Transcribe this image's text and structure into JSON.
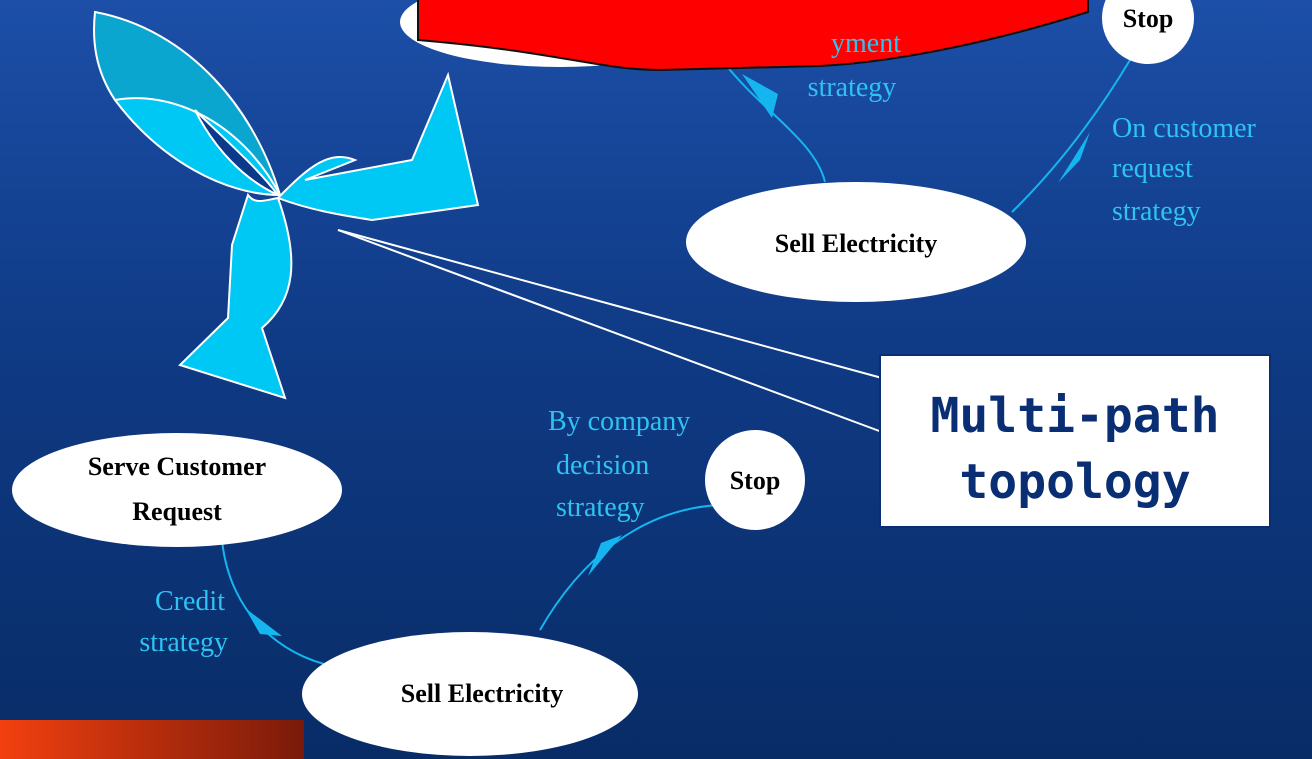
{
  "colors": {
    "background_top": "#1c4fa8",
    "background_bottom": "#082c66",
    "edge": "#15b6f0",
    "edge_label": "#2ec3f2",
    "node_fill": "#ffffff",
    "callout_border": "#0a2e74",
    "banner_red": "#ff0000",
    "logo_light": "#00c8f5",
    "logo_dark": "#0aa6cf",
    "corner_bar": "#e63a10"
  },
  "icons": {
    "logo": "three-arrow-swirl-logo"
  },
  "nodes": {
    "stop_top": "Stop",
    "sell_top": "Sell Electricity",
    "serve_request": [
      "Serve Customer",
      "Request"
    ],
    "sell_bottom": "Sell Electricity",
    "stop_bottom": "Stop"
  },
  "edge_labels": {
    "payment_strategy": [
      "yment",
      "strategy"
    ],
    "on_request_strategy": [
      "On customer",
      "request",
      "strategy"
    ],
    "by_company_strategy": [
      "By company",
      "decision",
      "strategy"
    ],
    "credit_strategy": [
      "Credit",
      "strategy"
    ]
  },
  "callout": {
    "lines": [
      "Multi-path",
      "topology"
    ]
  }
}
